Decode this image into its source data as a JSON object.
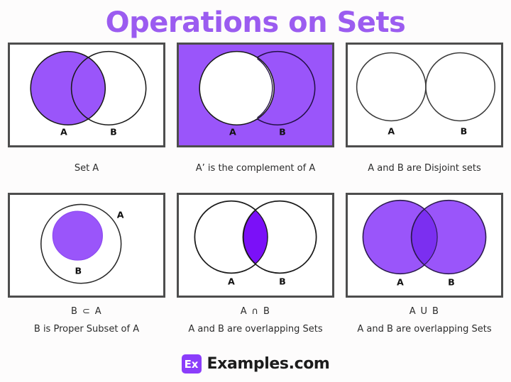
{
  "page": {
    "title": "Operations on Sets",
    "background_color": "#fdfcfc",
    "title_color": "#9b5cf0"
  },
  "colors": {
    "fill_purple": "#9a55fa",
    "intersection_purple": "#7b10f8",
    "panel_border": "#4d4d4d",
    "circle_stroke": "#1a1a1a",
    "text": "#2b2b2b"
  },
  "diagrams": [
    {
      "id": "set-a",
      "formula": "",
      "caption": "Set A",
      "label_a": "A",
      "label_b": "B",
      "shading": "A only",
      "background_filled": false
    },
    {
      "id": "complement-a",
      "formula": "",
      "caption": "A’ is the complement of A",
      "label_a": "A",
      "label_b": "B",
      "shading": "everything except A",
      "background_filled": true
    },
    {
      "id": "disjoint-sets",
      "formula": "",
      "caption": "A and B are Disjoint sets",
      "label_a": "A",
      "label_b": "B",
      "shading": "none",
      "background_filled": false
    },
    {
      "id": "proper-subset",
      "formula": "B ⊂ A",
      "caption": "B is Proper Subset of A",
      "label_a": "A",
      "label_b": "B",
      "shading": "B only",
      "background_filled": false
    },
    {
      "id": "intersection",
      "formula": "A ∩ B",
      "caption": "A and B are overlapping Sets",
      "label_a": "A",
      "label_b": "B",
      "shading": "intersection only",
      "background_filled": false
    },
    {
      "id": "union",
      "formula": "A U B",
      "caption": "A and B are overlapping Sets",
      "label_a": "A",
      "label_b": "B",
      "shading": "A and B both",
      "background_filled": false
    }
  ],
  "footer": {
    "logo_mark": "Ex",
    "logo_text": "Examples.com"
  }
}
